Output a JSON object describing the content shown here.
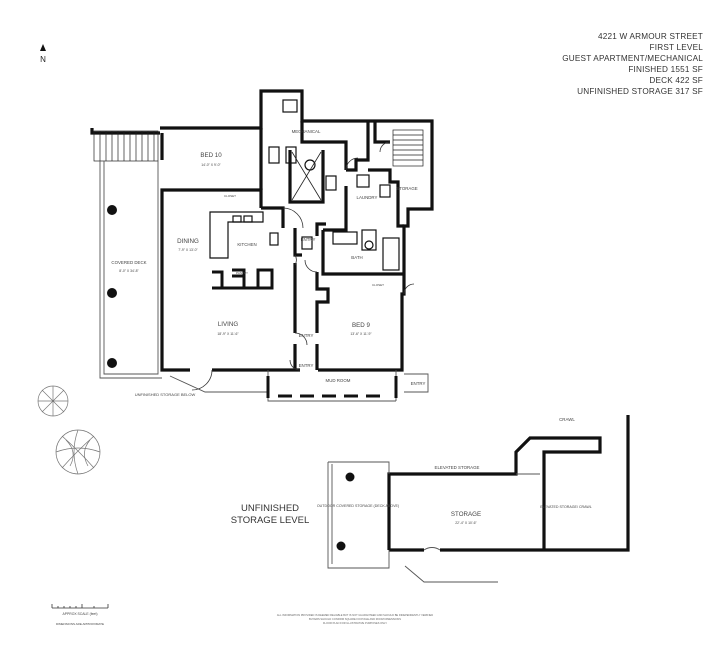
{
  "header": {
    "address": "4221 W ARMOUR STREET",
    "level": "FIRST LEVEL",
    "type": "GUEST APARTMENT/MECHANICAL",
    "finished": "FINISHED 1551 SF",
    "deck": "DECK 422 SF",
    "unfinished": "UNFINISHED STORAGE 317 SF"
  },
  "north_label": "N",
  "rooms": {
    "bed10_name": "BED 10",
    "bed10_dim": "14'-0\" X 9'-0\"",
    "mechanical": "MECHANICAL",
    "storage_upper": "STORAGE",
    "laundry": "LAUNDRY",
    "covered_deck_name": "COVERED DECK",
    "covered_deck_dim": "8'-0\" X 34'-8\"",
    "dining_name": "DINING",
    "dining_dim": "7'-9\" X 13'-0\"",
    "kitchen": "KITCHEN",
    "entry_1": "ENTRY",
    "bath": "BATH",
    "living_name": "LIVING",
    "living_dim": "18'-9\" X 11'-6\"",
    "bed9_name": "BED 9",
    "bed9_dim": "13'-6\" X 11'-9\"",
    "entry_2": "ENTRY",
    "entry_3": "ENTRY",
    "mud_room": "MUD ROOM",
    "entry_4": "ENTRY",
    "closet_1": "CLOSET",
    "closet_2": "CLOSET",
    "pantry": "PANTRY",
    "unfinished_below": "UNFINISHED STORAGE BELOW",
    "crawl": "CRAWL",
    "elevated_storage": "ELEVATED STORAGE",
    "outdoor_storage": "OUTDOOR COVERED STORAGE (DECK ABOVE)",
    "storage_name": "STORAGE",
    "storage_dim": "22'-4\" X 10'-6\"",
    "elevated_storage_crawl": "ELEVATED STORAGE/ CRAWL"
  },
  "storage_level": {
    "line1": "UNFINISHED",
    "line2": "STORAGE LEVEL"
  },
  "scale_label": "APPROX SCALE (feet)",
  "scale_note": "DIMENSIONS ARE APPROXIMATE",
  "fine_print": {
    "line1": "ALL INFORMATION PROVIDED IS DEEMED RELIABLE BUT IS NOT GUARANTEED AND SHOULD BE INDEPENDENTLY VERIFIED",
    "line2": "BUYERS SHOULD CONFIRM SQUARE FOOTAGE AND ROOM DIMENSIONS",
    "line3": "FLOOR PLAN FOR ILLUSTRATIVE PURPOSES ONLY"
  }
}
